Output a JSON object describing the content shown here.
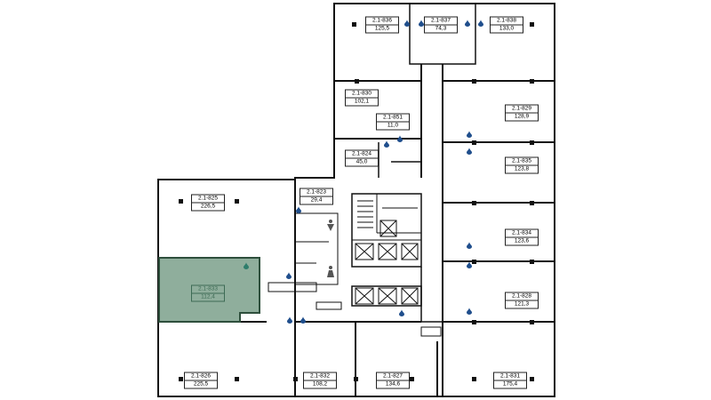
{
  "colors": {
    "wall": "#111111",
    "selected_fill": "#8fae9c",
    "selected_stroke": "#2e4f3c",
    "drop": "#1f4e8c",
    "selected_drop": "#2e7d6b"
  },
  "rooms": [
    {
      "id": "2.1-836",
      "area": "125,5"
    },
    {
      "id": "2.1-837",
      "area": "74,3"
    },
    {
      "id": "2.1-838",
      "area": "133,0"
    },
    {
      "id": "2.1-830",
      "area": "102,1"
    },
    {
      "id": "2.1-851",
      "area": "11,0"
    },
    {
      "id": "2.1-829",
      "area": "128,9"
    },
    {
      "id": "2.1-824",
      "area": "45,0"
    },
    {
      "id": "2.1-835",
      "area": "123,8"
    },
    {
      "id": "2.1-823",
      "area": "29,4"
    },
    {
      "id": "2.1-825",
      "area": "226,5"
    },
    {
      "id": "2.1-834",
      "area": "123,6"
    },
    {
      "id": "2.1-833",
      "area": "112,4",
      "selected": true
    },
    {
      "id": "2.1-828",
      "area": "121,3"
    },
    {
      "id": "2.1-826",
      "area": "225,5"
    },
    {
      "id": "2.1-832",
      "area": "108,2"
    },
    {
      "id": "2.1-827",
      "area": "134,6"
    },
    {
      "id": "2.1-831",
      "area": "175,4"
    }
  ]
}
